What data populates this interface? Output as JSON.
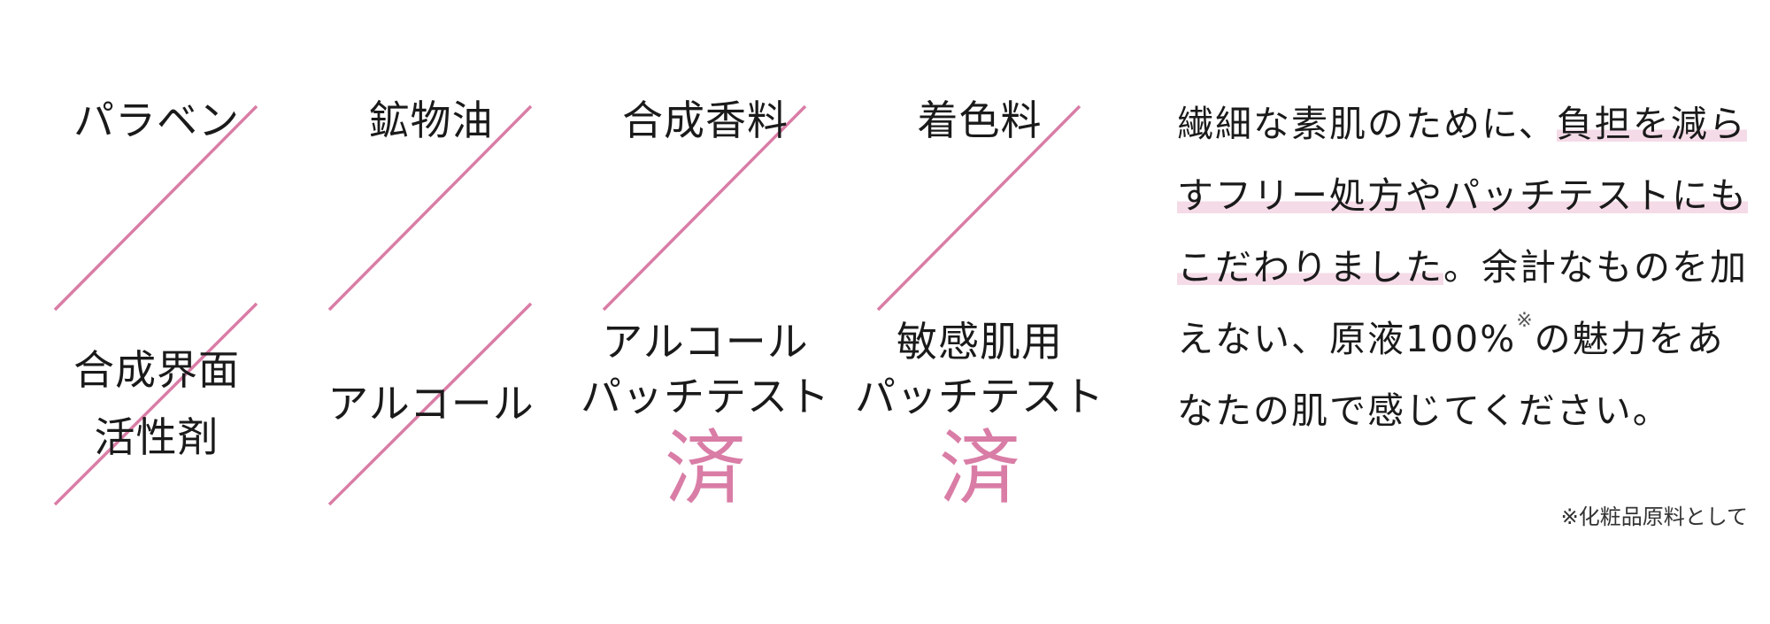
{
  "colors": {
    "accent": "#d97da6",
    "highlight": "#f5dbe7",
    "text": "#1a1a1a"
  },
  "free_items": [
    {
      "label_lines": [
        "パラベン"
      ]
    },
    {
      "label_lines": [
        "鉱物油"
      ]
    },
    {
      "label_lines": [
        "合成香料"
      ]
    },
    {
      "label_lines": [
        "着色料"
      ]
    },
    {
      "label_lines": [
        "合成界面",
        "活性剤"
      ]
    },
    {
      "label_lines": [
        "アルコール"
      ]
    }
  ],
  "tested_items": [
    {
      "label_lines": [
        "アルコール",
        "パッチテスト"
      ],
      "mark": "済"
    },
    {
      "label_lines": [
        "敏感肌用",
        "パッチテスト"
      ],
      "mark": "済"
    }
  ],
  "description": {
    "part1": "繊細な素肌のために、",
    "highlight": "負担を減らすフリー処方やパッチテストにもこだわりました",
    "part2": "。余計なものを加えない、原液100%",
    "footnote_mark": "※",
    "part3": "の魅力をあなたの肌で感じてください。"
  },
  "footnote": "※化粧品原料として"
}
